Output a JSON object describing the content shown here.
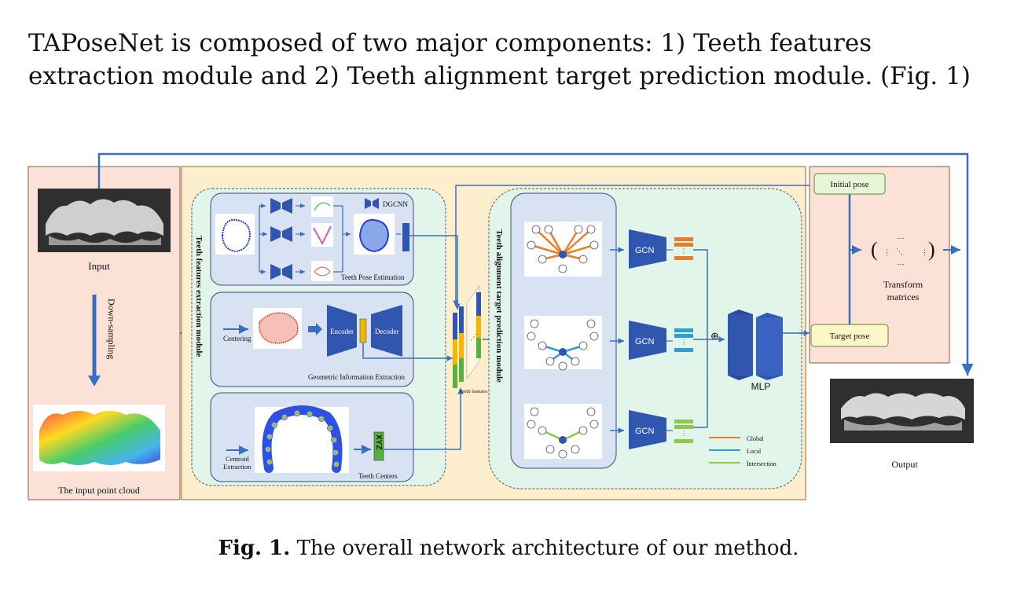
{
  "intro_text": "TAPoseNet is composed of two major components: 1) Teeth features extraction module and 2) Teeth alignment target prediction module. (Fig. 1)",
  "caption": {
    "label": "Fig. 1.",
    "text": "The overall network architecture of our method."
  },
  "figure": {
    "input_label": "Input",
    "downsampling_label": "Down-sampling",
    "point_cloud_label": "The input point cloud",
    "extraction_module_label": "Teeth features extraction module",
    "dgcnn_label": "DGCNN",
    "pose_estimation_label": "Teeth Pose Estimation",
    "centering_label": "Centering",
    "encoder_label": "Encoder",
    "decoder_label": "Decoder",
    "geometric_label": "Geometric Information Extraction",
    "centroid_label_1": "Centroid",
    "centroid_label_2": "Extraction",
    "xyz_label": "XYZ",
    "teeth_centers_label": "Teeth Centers",
    "teeth_features_label": "Teeth features",
    "prediction_module_label": "Teeth alignment target prediction module",
    "gcn_label": "GCN",
    "mlp_label": "MLP",
    "plus_symbol": "⊕",
    "initial_pose_label": "Initial pose",
    "target_pose_label": "Target pose",
    "transform_label_1": "Transform",
    "transform_label_2": "matrices",
    "output_label": "Output",
    "legend": [
      {
        "label": "Global",
        "color": "#e87d2a"
      },
      {
        "label": "Local",
        "color": "#2a9fd0"
      },
      {
        "label": "Intersection",
        "color": "#8cc84b"
      }
    ],
    "colors": {
      "flow_arrow": "#3a6fbf",
      "block_blue": "#3056b0",
      "feature_yellow": "#f2b705",
      "feature_green": "#5ab03c",
      "input_panel": "#fbe1d6",
      "module_panel": "#fdefcd",
      "inner_panel": "#e2f5ea",
      "sub_panel": "#d8e2f3"
    }
  }
}
